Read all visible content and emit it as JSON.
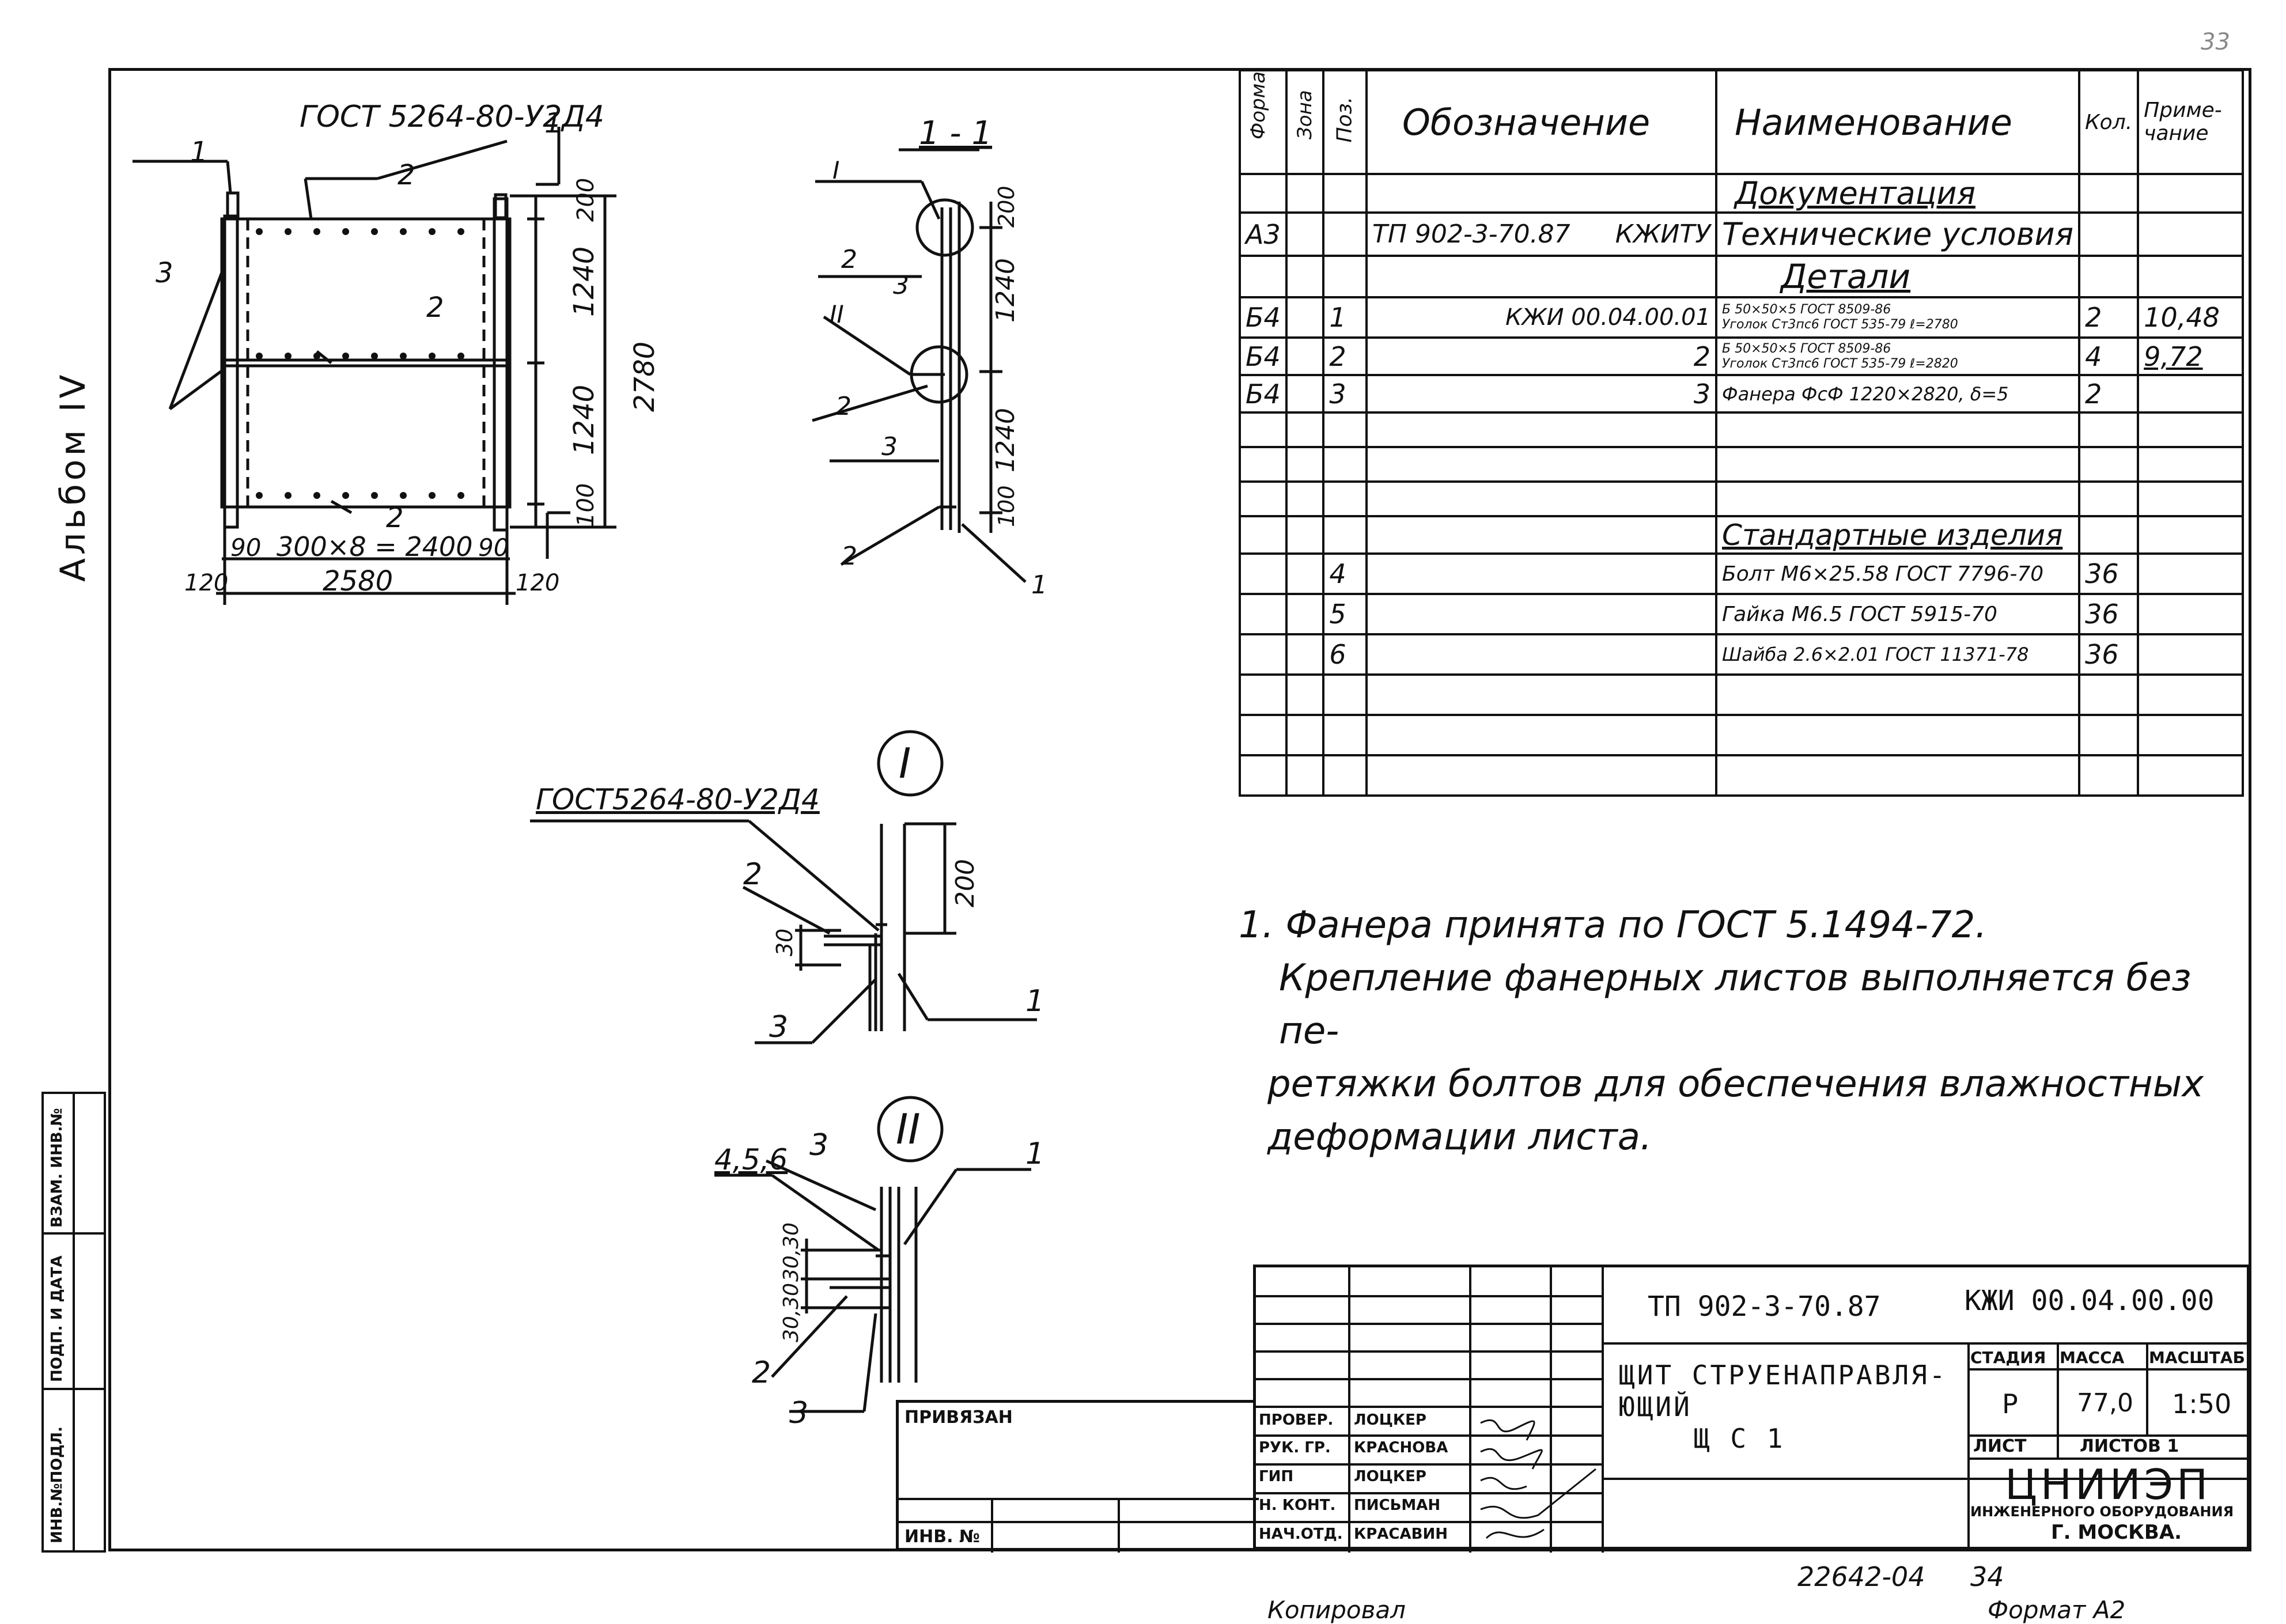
{
  "sheet_number": "33",
  "album_label": "Альбом IV",
  "side_stamp": {
    "cells": [
      "ИНВ.№ПОДЛ.",
      "ПОДП. И ДАТА",
      "ВЗАМ. ИНВ.№"
    ]
  },
  "main_view": {
    "gost_label": "ГОСТ 5264-80-У2Д4",
    "section_mark": "1",
    "pos1": "1",
    "pos2a": "2",
    "pos2b": "2",
    "pos2c": "2",
    "pos3": "3",
    "dims": {
      "top": "200",
      "h1": "1240",
      "h2": "1240",
      "bottom": "100",
      "total": "2780",
      "left90": "90",
      "mid": "300×8 = 2400",
      "right90": "90",
      "left120": "120",
      "width": "2580",
      "right120": "120"
    }
  },
  "section_view": {
    "title": "1 - 1",
    "callout1": "I",
    "callout2": "II",
    "pos_2a": "2",
    "pos_3a": "3",
    "pos_2b": "2",
    "pos_3b": "3",
    "pos_2c": "2",
    "pos_1": "1",
    "dims": {
      "d1": "200",
      "d2": "1240",
      "d3": "1240",
      "d4": "100"
    }
  },
  "detail_1": {
    "label": "I",
    "gost_label": "ГОСТ5264-80-У2Д4",
    "pos2": "2",
    "pos3": "3",
    "pos1": "1",
    "dim30": "30",
    "dim200": "200"
  },
  "detail_2": {
    "label": "II",
    "pos456": "4,5,6",
    "pos3a": "3",
    "pos1": "1",
    "pos2": "2",
    "pos3b": "3",
    "dim3030a": "30,30",
    "dim3030b": "30,30"
  },
  "spec_table": {
    "headers": {
      "format": "Формат",
      "zone": "Зона",
      "pos": "Поз.",
      "designation": "Обозначение",
      "name": "Наименование",
      "qty": "Кол.",
      "note": "Приме-чание"
    },
    "section_doc": "Документация",
    "row_a3": {
      "format": "А3",
      "designation_left": "ТП  902-3-70.87",
      "designation_right": "КЖИТУ",
      "name": "Технические условия"
    },
    "section_parts": "Детали",
    "row1": {
      "format": "Б4",
      "pos": "1",
      "designation": "КЖИ 00.04.00.01",
      "name_top": "Б 50×50×5 ГОСТ 8509-86",
      "name_bot": "Уголок Ст3пс6 ГОСТ 535-79  ℓ=2780",
      "qty": "2",
      "note": "10,48"
    },
    "row2": {
      "format": "Б4",
      "pos": "2",
      "designation": "2",
      "name_top": "Б 50×50×5 ГОСТ 8509-86",
      "name_bot": "Уголок Ст3пс6 ГОСТ 535-79  ℓ=2820",
      "qty": "4",
      "note": "9,72"
    },
    "row3": {
      "format": "Б4",
      "pos": "3",
      "designation": "3",
      "name": "Фанера ФсФ 1220×2820, δ=5",
      "qty": "2"
    },
    "section_std": "Стандартные изделия",
    "row4": {
      "pos": "4",
      "name": "Болт М6×25.58 ГОСТ 7796-70",
      "qty": "36"
    },
    "row5": {
      "pos": "5",
      "name": "Гайка М6.5 ГОСТ 5915-70",
      "qty": "36"
    },
    "row6": {
      "pos": "6",
      "name": "Шайба 2.6×2.01 ГОСТ 11371-78",
      "qty": "36"
    }
  },
  "notes": {
    "line1": "1. Фанера принята по ГОСТ 5.1494-72.",
    "line2": "Крепление фанерных листов выполняется без пе-",
    "line3": "ретяжки болтов для обеспечения влажностных",
    "line4": "деформации листа."
  },
  "title_block": {
    "project": "ТП 902-3-70.87",
    "code": "КЖИ 00.04.00.00",
    "title1": "ЩИТ СТРУЕНАПРАВЛЯ-",
    "title2": "ЮЩИЙ",
    "title3": "Щ С 1",
    "stage_h": "СТАДИЯ",
    "mass_h": "МАССА",
    "scale_h": "МАСШТАБ",
    "stage": "Р",
    "mass": "77,0",
    "scale": "1:50",
    "sheet_h": "ЛИСТ",
    "sheets_h": "ЛИСТОВ 1",
    "org1": "ЦНИИЭП",
    "org2": "ИНЖЕНЕРНОГО ОБОРУДОВАНИЯ",
    "org3": "Г. МОСКВА.",
    "bound": "ПРИВЯЗАН",
    "inv": "ИНВ. №",
    "roles": [
      {
        "role": "ПРОВЕР.",
        "name": "ЛОЦКЕР"
      },
      {
        "role": "РУК. ГР.",
        "name": "КРАСНОВА"
      },
      {
        "role": "ГИП",
        "name": "ЛОЦКЕР"
      },
      {
        "role": "Н. КОНТ.",
        "name": "ПИСЬМАН"
      },
      {
        "role": "НАЧ.ОТД.",
        "name": "КРАСАВИН"
      }
    ]
  },
  "footer": {
    "number": "22642-04",
    "page": "34",
    "copied": "Копировал",
    "format": "Формат А2"
  }
}
